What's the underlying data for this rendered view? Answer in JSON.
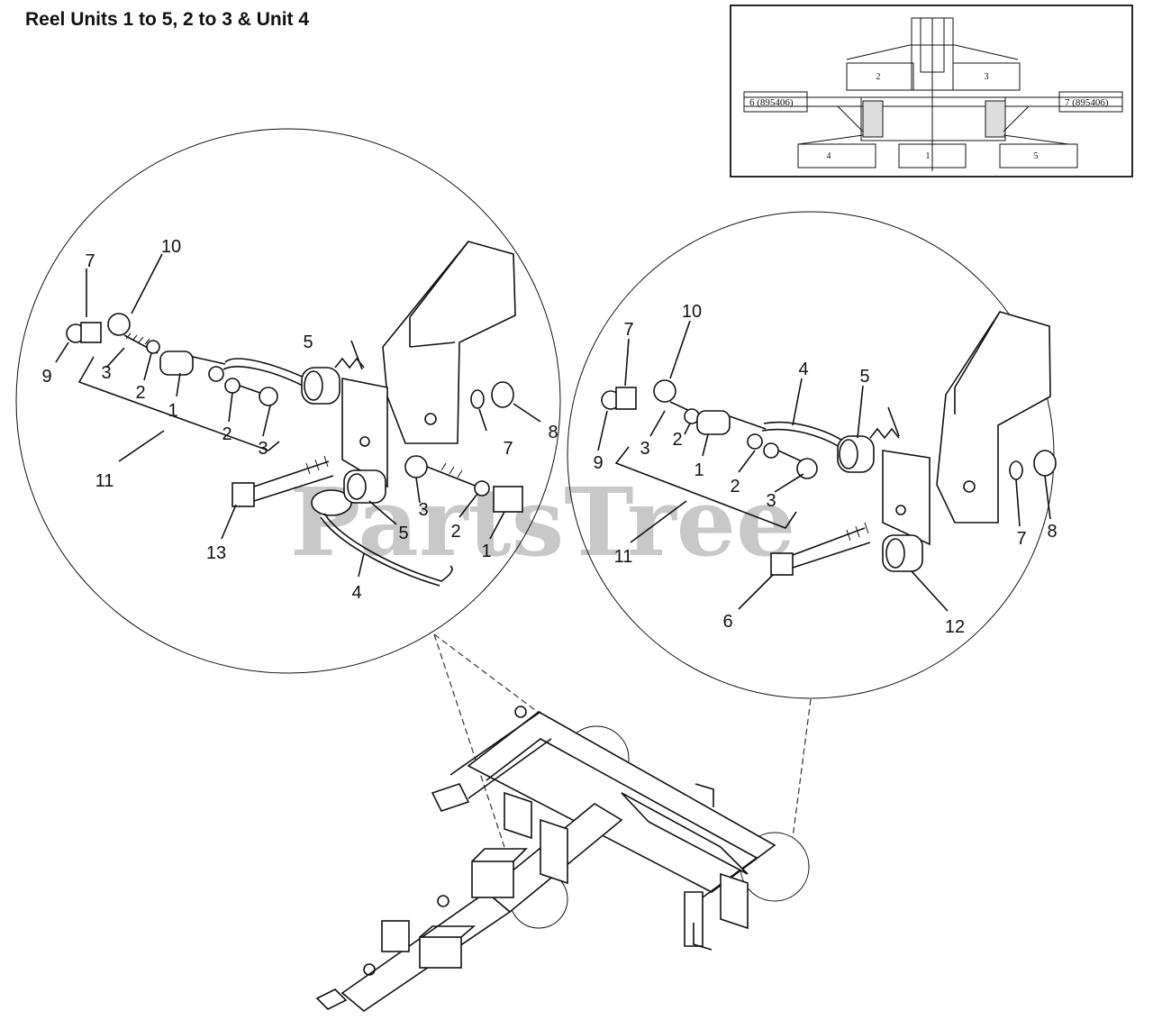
{
  "title": "Reel Units 1 to 5, 2 to 3 & Unit 4",
  "watermark": "PartsTree",
  "inset": {
    "units": [
      "1",
      "2",
      "3",
      "4",
      "5"
    ],
    "left_callout": "6 (895406)",
    "right_callout": "7 (895406)"
  },
  "left_detail": {
    "callouts": [
      "7",
      "10",
      "9",
      "3",
      "2",
      "1",
      "2",
      "3",
      "5",
      "7",
      "8",
      "11",
      "13",
      "3",
      "2",
      "5",
      "1",
      "4"
    ]
  },
  "right_detail": {
    "callouts": [
      "7",
      "10",
      "9",
      "3",
      "2",
      "1",
      "4",
      "5",
      "2",
      "3",
      "7",
      "8",
      "11",
      "6",
      "12"
    ]
  }
}
